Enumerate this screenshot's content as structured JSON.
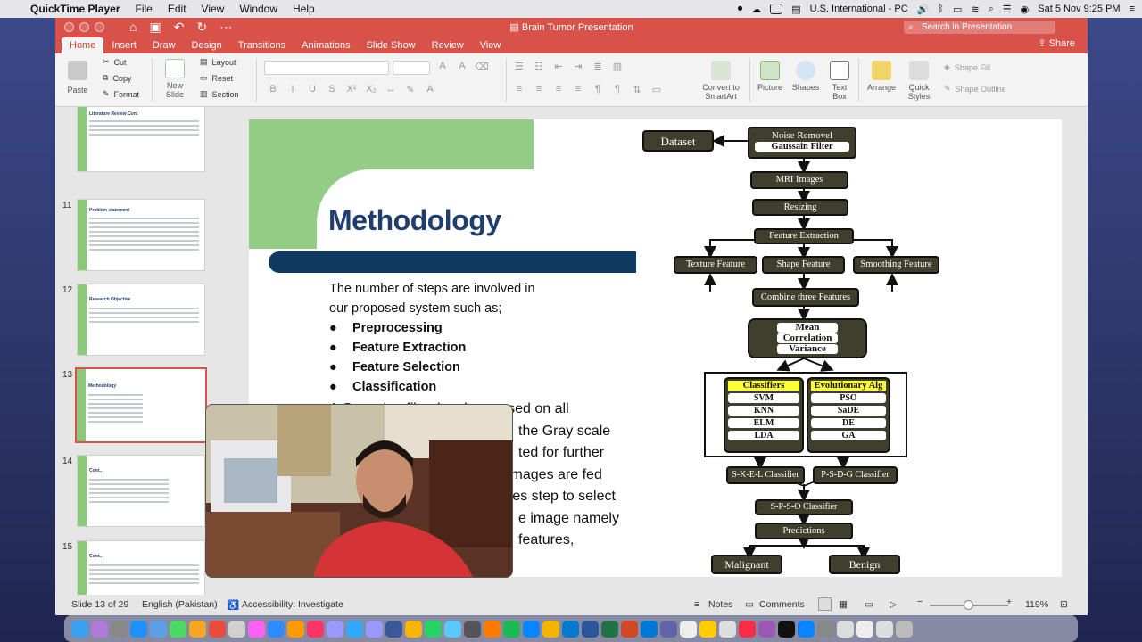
{
  "menubar": {
    "app": "QuickTime Player",
    "items": [
      "File",
      "Edit",
      "View",
      "Window",
      "Help"
    ],
    "input_source": "U.S. International - PC",
    "clock": "Sat 5 Nov  9:25 PM"
  },
  "window": {
    "title": "Brain Tumor Presentation",
    "search_placeholder": "Search in Presentation",
    "share_label": "Share"
  },
  "tabs": [
    "Home",
    "Insert",
    "Draw",
    "Design",
    "Transitions",
    "Animations",
    "Slide Show",
    "Review",
    "View"
  ],
  "ribbon": {
    "paste": "Paste",
    "cut": "Cut",
    "copy": "Copy",
    "format": "Format",
    "new_slide_line1": "New",
    "new_slide_line2": "Slide",
    "layout": "Layout",
    "reset": "Reset",
    "section": "Section",
    "convert_line1": "Convert to",
    "convert_line2": "SmartArt",
    "picture": "Picture",
    "shapes": "Shapes",
    "textbox_line1": "Text",
    "textbox_line2": "Box",
    "arrange": "Arrange",
    "quick_line1": "Quick",
    "quick_line2": "Styles",
    "shape_fill": "Shape Fill",
    "shape_outline": "Shape Outline"
  },
  "thumbnails": [
    {
      "num": "",
      "title": "Literature Review Cont"
    },
    {
      "num": "11",
      "title": "Problem statement"
    },
    {
      "num": "12",
      "title": "Research Objective"
    },
    {
      "num": "13",
      "title": "Methodology"
    },
    {
      "num": "14",
      "title": "Cont.."
    },
    {
      "num": "15",
      "title": "Cont.."
    }
  ],
  "slide": {
    "title": "Methodology",
    "intro_line1": "The number of steps are involved in",
    "intro_line2": "our proposed system such as;",
    "bullets": [
      "Preprocessing",
      "Feature Extraction",
      "Feature Selection",
      "Classification"
    ],
    "continuation": [
      "A Gaussian filter has been used on all",
      "the Gray scale",
      "ted for further",
      "images are fed",
      "res step to select",
      "e image namely",
      "features,"
    ]
  },
  "flowchart": {
    "dataset": "Dataset",
    "noise_removal": "Noise Removel",
    "gaussian": "Gaussain Filter",
    "mri": "MRI Images",
    "resizing": "Resizing",
    "feature_extraction": "Feature Extraction",
    "texture": "Texture Feature",
    "shape": "Shape Feature",
    "smoothing": "Smoothing Feature",
    "combine": "Combine three Features",
    "mean": "Mean",
    "correlation": "Correlation",
    "variance": "Variance",
    "classifiers_header": "Classifiers",
    "classifiers": [
      "SVM",
      "KNN",
      "ELM",
      "LDA"
    ],
    "evo_header": "Evolutionary Alg",
    "evo": [
      "PSO",
      "SaDE",
      "DE",
      "GA"
    ],
    "skel": "S-K-E-L Classifier",
    "psdg": "P-S-D-G Classifier",
    "spso": "S-P-S-O Classifier",
    "predictions": "Predictions",
    "malignant": "Malignant",
    "benign": "Benign"
  },
  "status": {
    "slide": "Slide 13 of 29",
    "language": "English (Pakistan)",
    "accessibility": "Accessibility: Investigate",
    "notes": "Notes",
    "comments": "Comments",
    "zoom": "119%"
  },
  "colors": {
    "ppt_red": "#d9524a",
    "title_blue": "#1f3e6e",
    "green_panel": "#93cc85",
    "flow_box": "#3f3f2e",
    "highlight_yellow": "#ffff33"
  }
}
